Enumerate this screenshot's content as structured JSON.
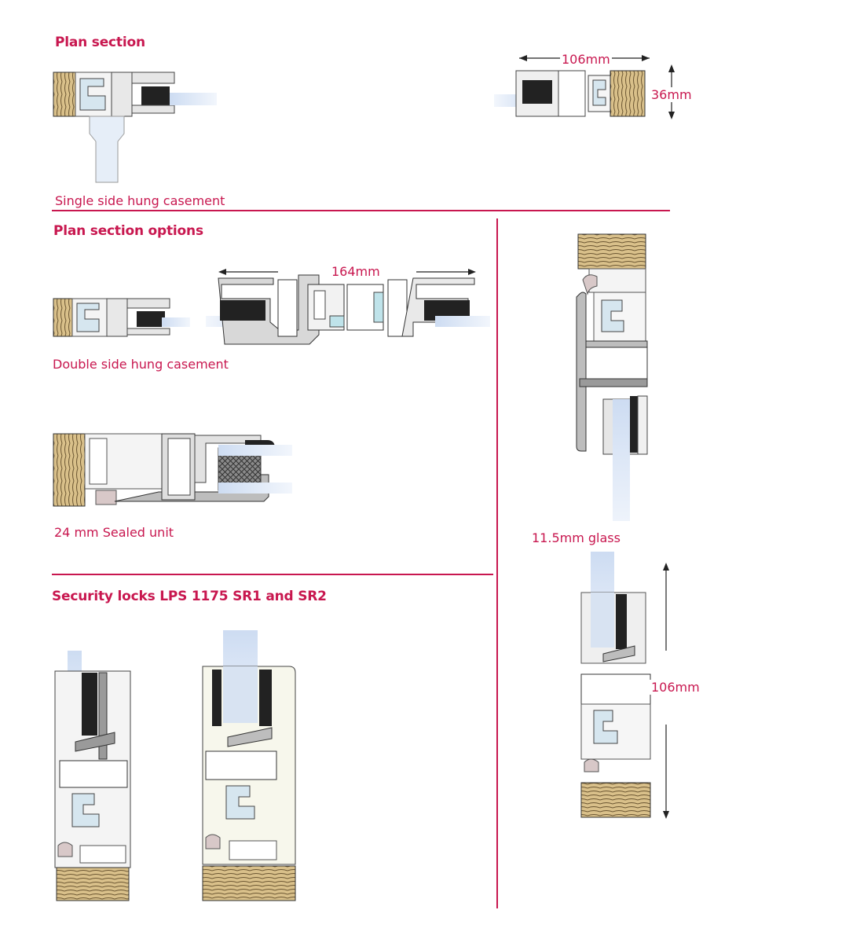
{
  "headings": {
    "plan_section": "Plan section",
    "plan_section_options": "Plan section options",
    "security_locks": "Security locks LPS 1175 SR1 and SR2"
  },
  "captions": {
    "single_side_hung": "Single side hung casement",
    "double_side_hung": "Double side hung casement",
    "sealed_unit": "24 mm Sealed unit",
    "glass": "11.5mm glass"
  },
  "dimensions": {
    "plan_width": "106mm",
    "plan_depth": "36mm",
    "double_width": "164mm",
    "vertical_height": "106mm"
  },
  "colors": {
    "accent": "#c8174f",
    "timber": "#d9c08a",
    "glass": "#cddcf2",
    "gasket": "#2a2a2a",
    "aluminium": "#c7c7c7"
  }
}
